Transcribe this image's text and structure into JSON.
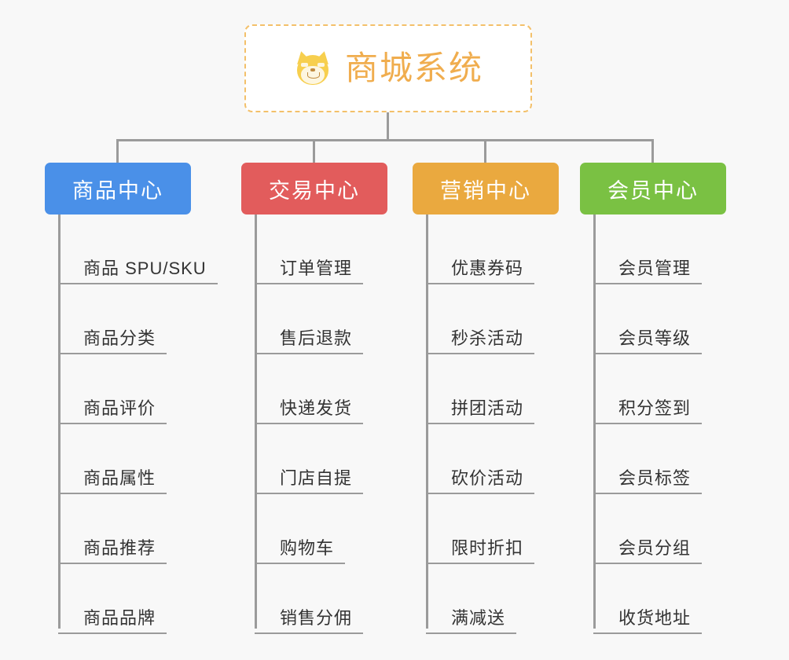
{
  "background_color": "#f8f8f8",
  "root": {
    "icon": "shiba-dog-face-emoji",
    "title": "商城系统",
    "color": "#f0ad4e",
    "border_color": "#f3c06a"
  },
  "connector_color": "#9b9b9b",
  "categories": [
    {
      "label": "商品中心",
      "color": "#4a90e8",
      "items": [
        "商品 SPU/SKU",
        "商品分类",
        "商品评价",
        "商品属性",
        "商品推荐",
        "商品品牌"
      ]
    },
    {
      "label": "交易中心",
      "color": "#e25c5c",
      "items": [
        "订单管理",
        "售后退款",
        "快递发货",
        "门店自提",
        "购物车",
        "销售分佣"
      ]
    },
    {
      "label": "营销中心",
      "color": "#eaa93f",
      "items": [
        "优惠券码",
        "秒杀活动",
        "拼团活动",
        "砍价活动",
        "限时折扣",
        "满减送"
      ]
    },
    {
      "label": "会员中心",
      "color": "#7ac143",
      "items": [
        "会员管理",
        "会员等级",
        "积分签到",
        "会员标签",
        "会员分组",
        "收货地址"
      ]
    }
  ]
}
